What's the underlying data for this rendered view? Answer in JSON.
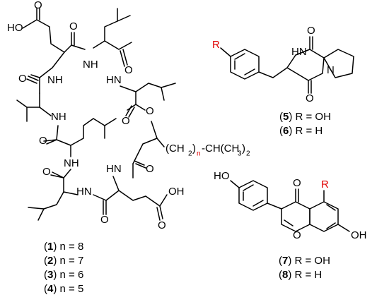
{
  "atoms": {
    "HO": "HO",
    "O": "O",
    "OH": "OH",
    "NH": "NH",
    "HN": "HN",
    "N": "N",
    "R": "R",
    "CH2": "(CH",
    "two": "2",
    "close": ")",
    "n": "n",
    "dash_CH": "-CH(CH",
    "three": "3",
    "close_two": ")",
    "sub2": "2"
  },
  "labels": {
    "c1": [
      "(",
      "1",
      ") n = 8"
    ],
    "c2": [
      "(",
      "2",
      ") n = 7"
    ],
    "c3": [
      "(",
      "3",
      ") n = 6"
    ],
    "c4": [
      "(",
      "4",
      ") n = 5"
    ],
    "c5": [
      "(",
      "5",
      ") R = OH"
    ],
    "c6": [
      "(",
      "6",
      ") R = H"
    ],
    "c7": [
      "(",
      "7",
      ") R = OH"
    ],
    "c8": [
      "(",
      "8",
      ") R = H"
    ]
  },
  "colors": {
    "text": "#000000",
    "substituent": "#e00000",
    "background": "#ffffff"
  }
}
